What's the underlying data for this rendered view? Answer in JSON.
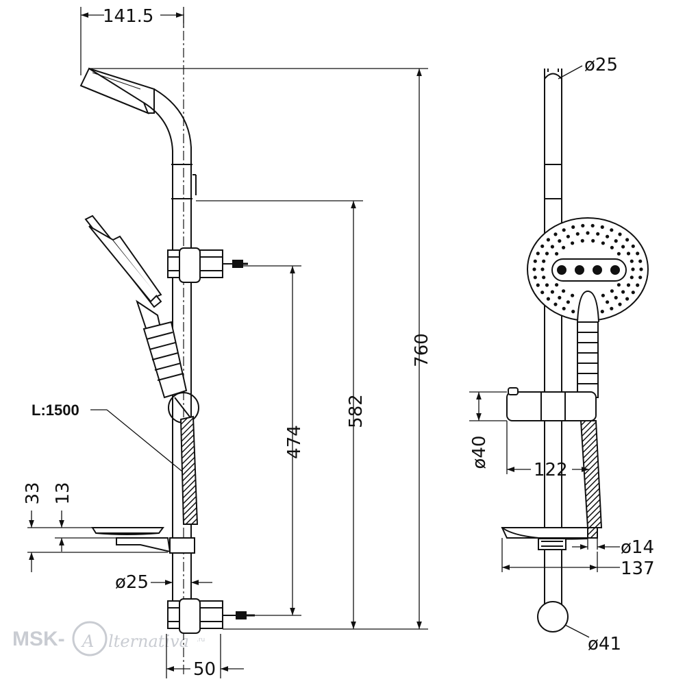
{
  "diagram": {
    "side_view": {
      "dims": {
        "head_offset": "141.5",
        "total_height": "760",
        "rail_height": "582",
        "bracket_spacing": "474",
        "hose_length": "L:1500",
        "dim_33": "33",
        "dim_13": "13",
        "rail_diameter": "ø25",
        "wall_offset": "50"
      }
    },
    "front_view": {
      "dims": {
        "top_diameter": "ø25",
        "holder_diameter": "ø40",
        "holder_width": "122",
        "soap_dish_hole": "ø14",
        "soap_dish_width": "137",
        "bottom_diameter": "ø41"
      }
    }
  },
  "watermark": {
    "prefix": "MSK-",
    "letter": "A",
    "suffix": "lternativa",
    "domain": ".ru"
  }
}
